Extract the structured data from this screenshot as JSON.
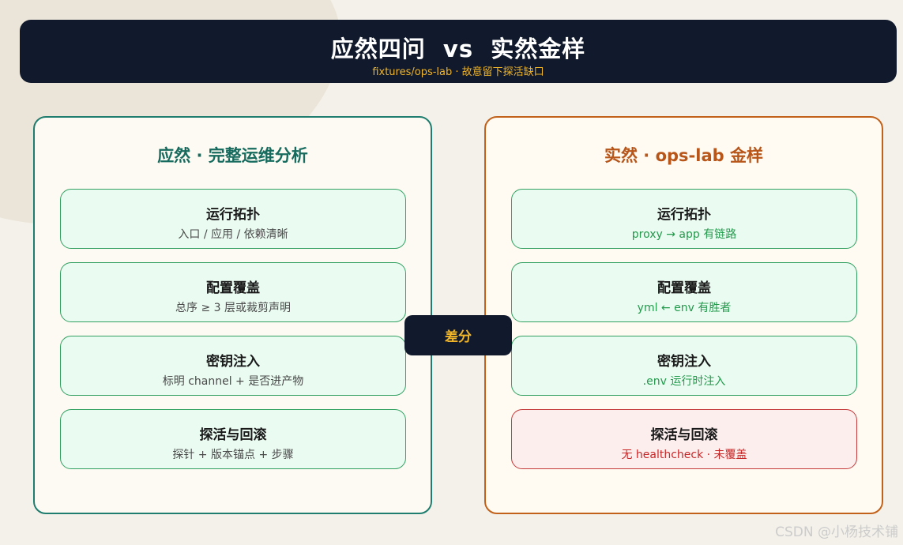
{
  "header": {
    "title": "应然四问  vs  实然金样",
    "subtitle": "fixtures/ops-lab · 故意留下探活缺口"
  },
  "left_panel": {
    "title": "应然 · 完整运维分析",
    "cards": [
      {
        "title": "运行拓扑",
        "desc": "入口 / 应用 / 依赖清晰"
      },
      {
        "title": "配置覆盖",
        "desc": "总序 ≥ 3 层或裁剪声明"
      },
      {
        "title": "密钥注入",
        "desc": "标明 channel + 是否进产物"
      },
      {
        "title": "探活与回滚",
        "desc": "探针 + 版本锚点 + 步骤"
      }
    ]
  },
  "right_panel": {
    "title": "实然 · ops-lab 金样",
    "cards": [
      {
        "title": "运行拓扑",
        "desc": "proxy → app 有链路",
        "status": "ok"
      },
      {
        "title": "配置覆盖",
        "desc": "yml ← env 有胜者",
        "status": "ok"
      },
      {
        "title": "密钥注入",
        "desc": ".env 运行时注入",
        "status": "ok"
      },
      {
        "title": "探活与回滚",
        "desc": "无 healthcheck · 未覆盖",
        "status": "missing"
      }
    ]
  },
  "diff_label": "差分",
  "watermark": "CSDN @小杨技术铺",
  "colors": {
    "header_bg": "#111a2c",
    "accent_yellow": "#f0b429",
    "left_border": "#1e7d6e",
    "right_border": "#c2621a",
    "ok_green": "#239a4c",
    "missing_red": "#c62828"
  }
}
